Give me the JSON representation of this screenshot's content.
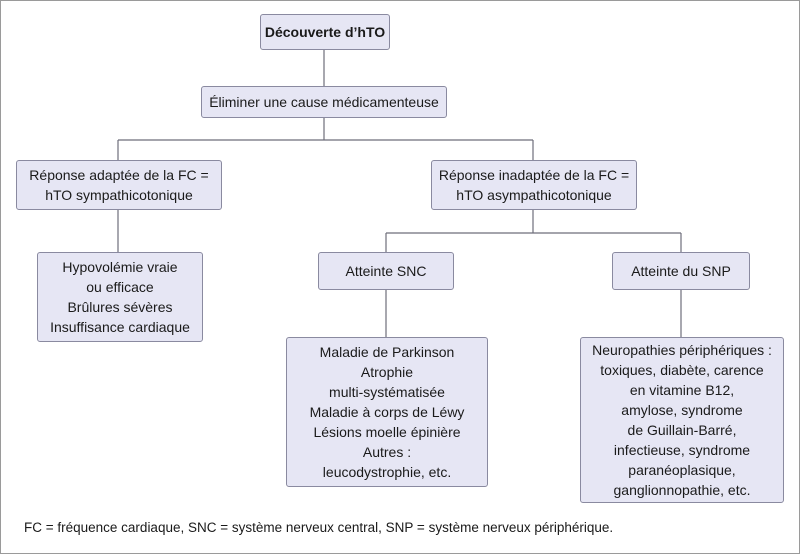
{
  "nodes": {
    "root": [
      "Découverte d’hTO"
    ],
    "eliminate": [
      "Éliminer une cause médicamenteuse"
    ],
    "left_response": [
      "Réponse adaptée de la FC =",
      "hTO sympathicotonique"
    ],
    "right_response": [
      "Réponse inadaptée de la FC =",
      "hTO asympathicotonique"
    ],
    "left_causes": [
      "Hypovolémie vraie",
      "ou efficace",
      "Brûlures sévères",
      "Insuffisance cardiaque"
    ],
    "snc": [
      "Atteinte SNC"
    ],
    "snp": [
      "Atteinte du SNP"
    ],
    "snc_causes": [
      "Maladie de Parkinson",
      "Atrophie",
      "multi-systématisée",
      "Maladie à corps de Léwy",
      "Lésions moelle épinière",
      "Autres :",
      "leucodystrophie, etc."
    ],
    "snp_causes": [
      "Neuropathies périphériques :",
      "toxiques, diabète, carence",
      "en vitamine B12,",
      "amylose, syndrome",
      "de Guillain-Barré,",
      "infectieuse, syndrome",
      "paranéoplasique,",
      "ganglionnopathie, etc."
    ]
  },
  "footnote": "FC = fréquence cardiaque, SNC = système nerveux central, SNP = système nerveux périphérique.",
  "colors": {
    "box_fill": "#e6e6f4",
    "box_border": "#8a8aa0",
    "line": "#6e6e7a"
  }
}
